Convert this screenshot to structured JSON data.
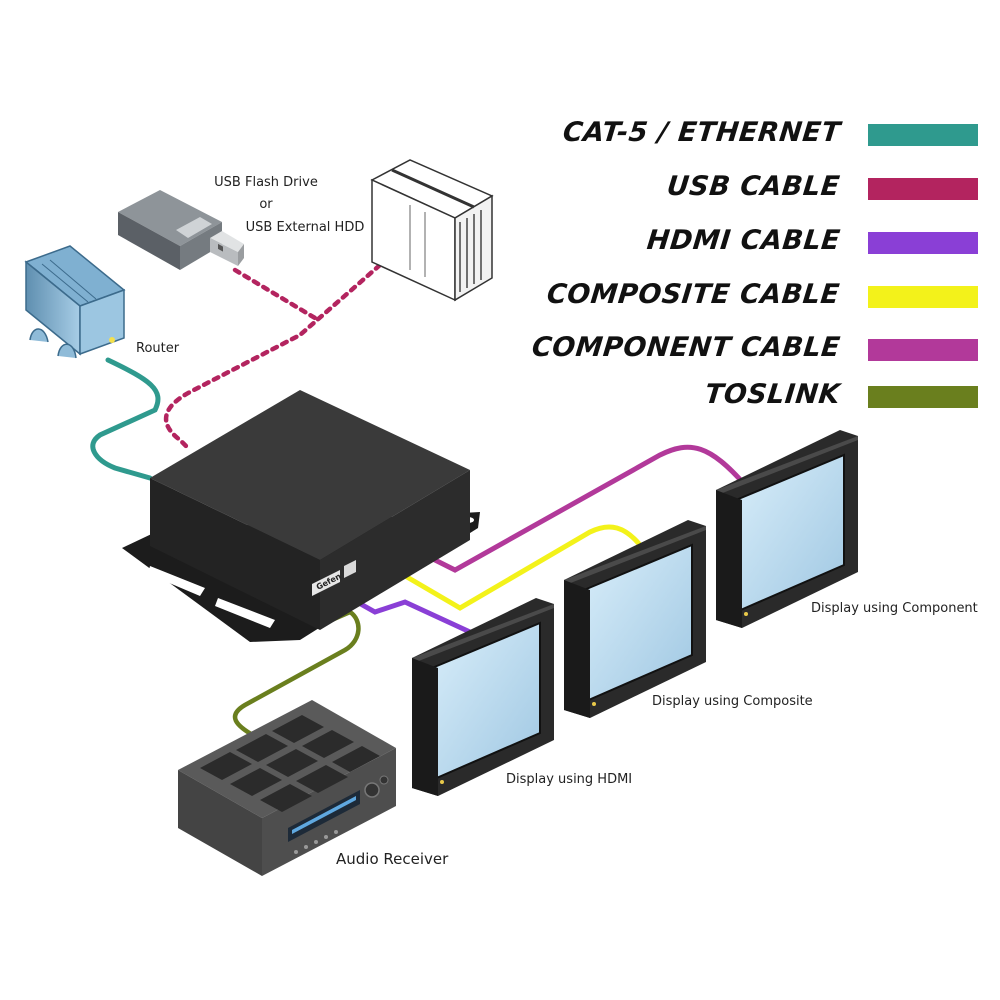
{
  "colors": {
    "ethernet": "#2f9a8e",
    "usb": "#b3245f",
    "hdmi": "#8a3fd6",
    "composite": "#f3f21a",
    "component": "#b2399a",
    "toslink": "#6a7f1e"
  },
  "legend": [
    {
      "label": "CAT-5 / ETHERNET",
      "color": "#2f9a8e"
    },
    {
      "label": "USB CABLE",
      "color": "#b3245f"
    },
    {
      "label": "HDMI CABLE",
      "color": "#8a3fd6"
    },
    {
      "label": "COMPOSITE CABLE",
      "color": "#f3f21a"
    },
    {
      "label": "COMPONENT CABLE",
      "color": "#b2399a"
    },
    {
      "label": "TOSLINK",
      "color": "#6a7f1e"
    }
  ],
  "labels": {
    "usb_line1": "USB Flash Drive",
    "usb_line2": "or",
    "usb_line3": "USB External HDD",
    "router": "Router",
    "display_component": "Display using Component",
    "display_composite": "Display using Composite",
    "display_hdmi": "Display using HDMI",
    "audio_receiver": "Audio Receiver",
    "device_brand": "Gefen"
  },
  "icons": [
    "usb-flash-drive-icon",
    "external-hdd-icon",
    "router-icon",
    "media-box-icon",
    "display-icon",
    "audio-receiver-icon"
  ]
}
